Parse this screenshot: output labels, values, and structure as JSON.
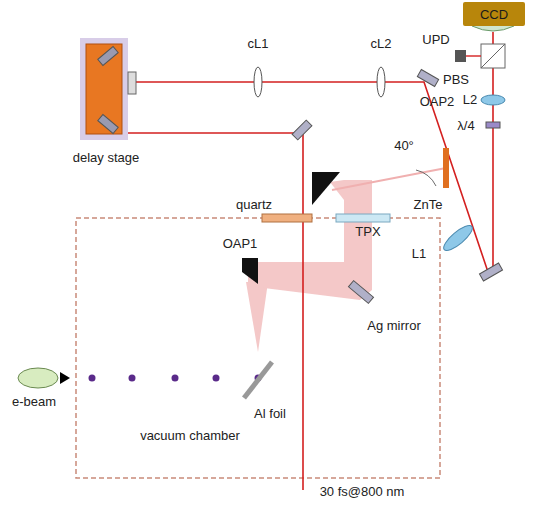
{
  "diagram": {
    "nodes": [
      {
        "text": [
          "CCD"
        ]
      }
    ],
    "labels": [
      "UPD",
      "PBS",
      "L2",
      "λ/4",
      "cL1",
      "cL2",
      "OAP2",
      "40°",
      "ZnTe",
      "L1",
      "delay stage",
      "quartz",
      "TPX",
      "OAP1",
      "Ag mirror",
      "e-beam",
      "Al foil",
      "vacuum chamber",
      "30 fs@800 nm"
    ]
  }
}
